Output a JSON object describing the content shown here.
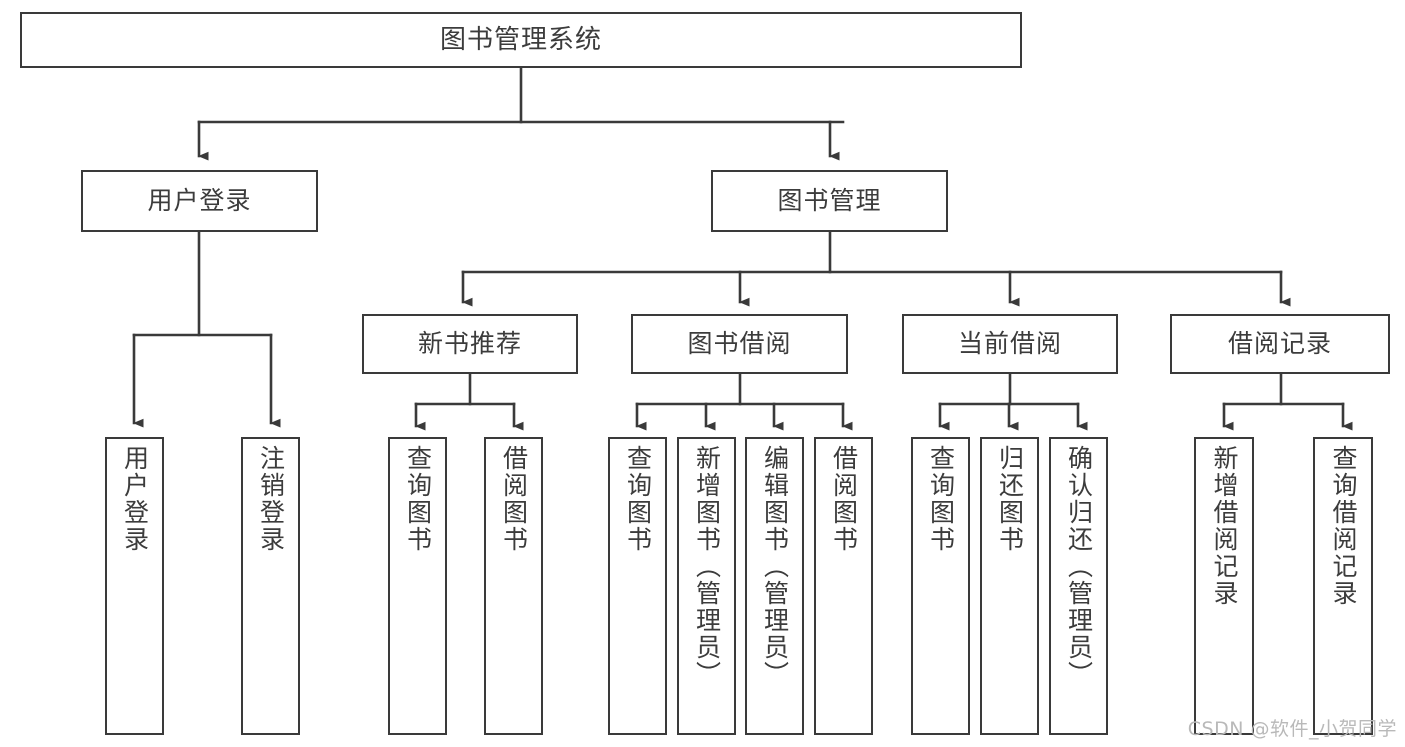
{
  "diagram": {
    "type": "tree-hierarchy",
    "title_node": {
      "id": "root",
      "label": "图书管理系统"
    },
    "level2": [
      {
        "id": "user-login",
        "label": "用户登录"
      },
      {
        "id": "book-manage",
        "label": "图书管理"
      }
    ],
    "level3": [
      {
        "id": "new-book-rec",
        "label": "新书推荐",
        "parent": "book-manage"
      },
      {
        "id": "book-borrow",
        "label": "图书借阅",
        "parent": "book-manage"
      },
      {
        "id": "current-borrow",
        "label": "当前借阅",
        "parent": "book-manage"
      },
      {
        "id": "borrow-record",
        "label": "借阅记录",
        "parent": "book-manage"
      }
    ],
    "leaves": [
      {
        "id": "leaf-user-login",
        "label": "用户登录",
        "parent": "user-login"
      },
      {
        "id": "leaf-logout",
        "label": "注销登录",
        "parent": "user-login"
      },
      {
        "id": "leaf-query-book-1",
        "label": "查询图书",
        "parent": "new-book-rec"
      },
      {
        "id": "leaf-borrow-book-1",
        "label": "借阅图书",
        "parent": "new-book-rec"
      },
      {
        "id": "leaf-query-book-2",
        "label": "查询图书",
        "parent": "book-borrow"
      },
      {
        "id": "leaf-add-book",
        "label": "新增图书（管理员）",
        "parent": "book-borrow"
      },
      {
        "id": "leaf-edit-book",
        "label": "编辑图书（管理员）",
        "parent": "book-borrow"
      },
      {
        "id": "leaf-borrow-book-2",
        "label": "借阅图书",
        "parent": "book-borrow"
      },
      {
        "id": "leaf-query-book-3",
        "label": "查询图书",
        "parent": "current-borrow"
      },
      {
        "id": "leaf-return-book",
        "label": "归还图书",
        "parent": "current-borrow"
      },
      {
        "id": "leaf-confirm-return",
        "label": "确认归还（管理员）",
        "parent": "current-borrow"
      },
      {
        "id": "leaf-add-record",
        "label": "新增借阅记录",
        "parent": "borrow-record"
      },
      {
        "id": "leaf-query-record",
        "label": "查询借阅记录",
        "parent": "borrow-record"
      }
    ],
    "colors": {
      "stroke": "#3a3a3a",
      "text": "#3c3c3c",
      "background": "#ffffff",
      "watermark": "#b9b9b9"
    }
  },
  "watermark": {
    "text": "CSDN @软件_小贺同学"
  }
}
